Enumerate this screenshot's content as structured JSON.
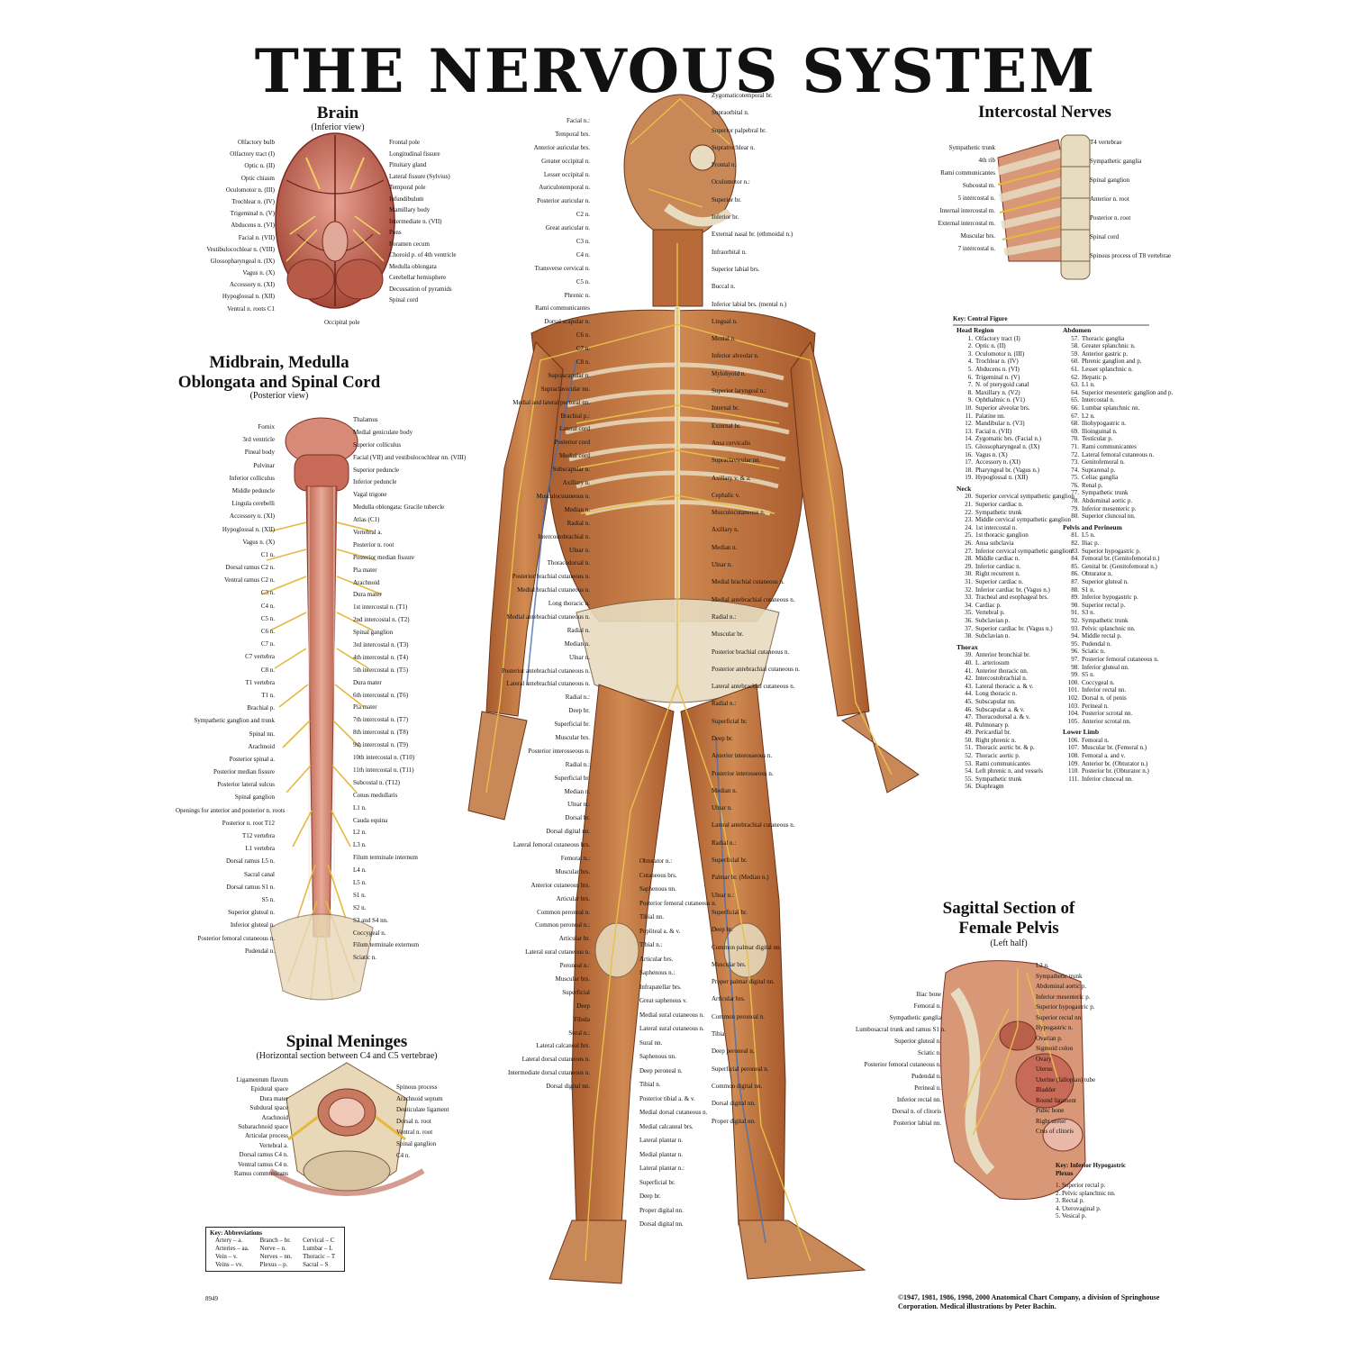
{
  "title": "THE NERVOUS SYSTEM",
  "brain": {
    "title": "Brain",
    "subtitle": "(Inferior view)",
    "left_labels": [
      "Olfactory bulb",
      "Olfactory tract (I)",
      "Optic n. (II)",
      "Optic chiasm",
      "Oculomotor n. (III)",
      "Trochlear n. (IV)",
      "Trigeminal n. (V)",
      "Abducens n. (VI)",
      "Facial n. (VII)",
      "Vestibulocochlear n. (VIII)",
      "Glossopharyngeal n. (IX)",
      "Vagus n. (X)",
      "Accessory n. (XI)",
      "Hypoglossal n. (XII)",
      "Ventral n. roots C1"
    ],
    "right_labels": [
      "Frontal pole",
      "Longitudinal fissure",
      "Pituitary gland",
      "Lateral fissure (Sylvius)",
      "Temporal pole",
      "Infundibulum",
      "Mamillary body",
      "Intermediate n. (VII)",
      "Pons",
      "Foramen cecum",
      "Choroid p. of 4th ventricle",
      "Medulla oblongata",
      "Cerebellar hemisphere",
      "Decussation of pyramids",
      "Spinal cord"
    ],
    "bottom_label": "Occipital pole"
  },
  "midbrain": {
    "title": "Midbrain, Medulla Oblongata and Spinal Cord",
    "subtitle": "(Posterior view)",
    "left_labels": [
      "Fornix",
      "3rd ventricle",
      "Pineal body",
      "Pulvinar",
      "Inferior colliculus",
      "Middle peduncle",
      "Lingula cerebelli",
      "Accessory n. (XI)",
      "Hypoglossal n. (XII)",
      "Vagus n. (X)",
      "C1 n.",
      "Dorsal ramus C2 n.",
      "Ventral ramus C2 n.",
      "C3 n.",
      "C4 n.",
      "C5 n.",
      "C6 n.",
      "C7 n.",
      "C7 vertebra",
      "C8 n.",
      "T1 vertebra",
      "T1 n.",
      "Brachial p.",
      "Sympathetic ganglion and trunk",
      "Spinal nn.",
      "Arachnoid",
      "Posterior spinal a.",
      "Posterior median fissure",
      "Posterior lateral sulcus",
      "Spinal ganglion",
      "Openings for anterior and posterior n. roots",
      "Posterior n. root T12",
      "T12 vertebra",
      "L1 vertebra",
      "Dorsal ramus L5 n.",
      "Sacral canal",
      "Dorsal ramus S1 n.",
      "S5 n.",
      "Superior gluteal n.",
      "Inferior gluteal n.",
      "Posterior femoral cutaneous n.",
      "Pudendal n."
    ],
    "right_labels": [
      "Thalamus",
      "Medial geniculate body",
      "Superior colliculus",
      "Facial (VII) and vestibulocochlear nn. (VIII)",
      "Superior peduncle",
      "Inferior peduncle",
      "Vagal trigone",
      "Medulla oblongata: Gracile tubercle",
      "Atlas (C1)",
      "Vertebral a.",
      "Posterior n. root",
      "Posterior median fissure",
      "Pia mater",
      "Arachnoid",
      "Dura mater",
      "1st intercostal n. (T1)",
      "2nd intercostal n. (T2)",
      "Spinal ganglion",
      "3rd intercostal n. (T3)",
      "4th intercostal n. (T4)",
      "5th intercostal n. (T5)",
      "Dura mater",
      "6th intercostal n. (T6)",
      "Pia mater",
      "7th intercostal n. (T7)",
      "8th intercostal n. (T8)",
      "9th intercostal n. (T9)",
      "10th intercostal n. (T10)",
      "11th intercostal n. (T11)",
      "Subcostal n. (T12)",
      "Conus medullaris",
      "L1 n.",
      "Cauda equina",
      "L2 n.",
      "L3 n.",
      "Filum terminale internum",
      "L4 n.",
      "L5 n.",
      "S1 n.",
      "S2 n.",
      "S3 and S4 nn.",
      "Coccygeal n.",
      "Filum terminale externum",
      "Sciatic n."
    ]
  },
  "meninges": {
    "title": "Spinal Meninges",
    "subtitle": "(Horizontal section between C4 and C5 vertebrae)",
    "left_labels": [
      "Ligamentum flavum",
      "Epidural space",
      "Dura mater",
      "Subdural space",
      "Arachnoid",
      "Subarachnoid space",
      "Articular process",
      "Vertebral a.",
      "Dorsal ramus C4 n.",
      "Ventral ramus C4 n.",
      "Ramus communicans"
    ],
    "right_labels": [
      "Spinous process",
      "Arachnoid septum",
      "Denticulate ligament",
      "Dorsal n. root",
      "Ventral n. root",
      "Spinal ganglion",
      "C4 n."
    ]
  },
  "abbreviations": {
    "title": "Key: Abbreviations",
    "rows": [
      [
        "Artery – a.",
        "Branch – br.",
        "Cervical – C"
      ],
      [
        "Arteries – aa.",
        "Nerve – n.",
        "Lumbar – L"
      ],
      [
        "Vein – v.",
        "Nerves – nn.",
        "Thoracic – T"
      ],
      [
        "Veins – vv.",
        "Plexus – p.",
        "Sacral – S"
      ]
    ]
  },
  "plate_number": "8949",
  "figure": {
    "left_labels": [
      "Facial n.:",
      "Temporal brs.",
      "Anterior auricular brs.",
      "Greater occipital n.",
      "Lesser occipital n.",
      "Auriculotemporal n.",
      "Posterior auricular n.",
      "C2 n.",
      "Great auricular n.",
      "C3 n.",
      "C4 n.",
      "Transverse cervical n.",
      "C5 n.",
      "Phrenic n.",
      "Rami communicantes",
      "Dorsal scapular n.",
      "C6 n.",
      "C7 n.",
      "C8 n.",
      "Suprascapular n.",
      "Supraclavicular nn.",
      "Medial and lateral pectoral nn.",
      "Brachial p.:",
      "Lateral cord",
      "Posterior cord",
      "Medial cord",
      "Subscapular n.",
      "Axillary n.",
      "Musculocutaneous n.",
      "Median n.",
      "Radial n.",
      "Intercostobrachial n.",
      "Ulnar n.",
      "Thoracodorsal n.",
      "Posterior brachial cutaneous n.",
      "Medial brachial cutaneous n.",
      "Long thoracic n.",
      "Medial antebrachial cutaneous n.",
      "Radial n.",
      "Median n.",
      "Ulnar n.",
      "Posterior antebrachial cutaneous n.",
      "Lateral antebrachial cutaneous n.",
      "Radial n.:",
      "Deep br.",
      "Superficial br.",
      "Muscular brs.",
      "Posterior interosseous n.",
      "Radial n.:",
      "Superficial br.",
      "Median n.",
      "Ulnar n.:",
      "Dorsal br.",
      "Dorsal digital nn.",
      "Lateral femoral cutaneous brs.",
      "Femoral n.:",
      "Muscular brs.",
      "Anterior cutaneous brs.",
      "Articular brs.",
      "Common peroneal n.",
      "Common peroneal n.:",
      "Articular br.",
      "Lateral sural cutaneous n.",
      "Peroneal n.:",
      "Muscular brs.",
      "Superficial",
      "Deep",
      "Fibula",
      "Sural n.:",
      "Lateral calcaneal brs.",
      "Lateral dorsal cutaneous n.",
      "Intermediate dorsal cutaneous n.",
      "Dorsal digital nn."
    ],
    "center_labels": [
      "Obturator n.:",
      "Cutaneous brs.",
      "Saphenous nn.",
      "Posterior femoral cutaneous n.",
      "Tibial nn.",
      "Popliteal a. & v.",
      "Tibial n.:",
      "Articular brs.",
      "Saphenous n.:",
      "Infrapatellar brs.",
      "Great saphenous v.",
      "Medial sural cutaneous n.",
      "Lateral sural cutaneous n.",
      "Sural nn.",
      "Saphenous nn.",
      "Deep peroneal n.",
      "Tibial n.",
      "Posterior tibial a. & v.",
      "Medial dorsal cutaneous n.",
      "Medial calcaneal brs.",
      "Lateral plantar n.",
      "Medial plantar n.",
      "Lateral plantar n.:",
      "Superficial br.",
      "Deep br.",
      "Proper digital nn.",
      "Dorsal digital nn."
    ],
    "right_labels": [
      "Zygomaticotemporal br.",
      "Supraorbital n.",
      "Superior palpebral br.",
      "Supratrochlear n.",
      "Frontal n.",
      "Oculomotor n.:",
      "Superior br.",
      "Inferior br.",
      "External nasal br. (ethmoidal n.)",
      "Infraorbital n.",
      "Superior labial brs.",
      "Buccal n.",
      "Inferior labial brs. (mental n.)",
      "Lingual n.",
      "Mental n.",
      "Inferior alveolar n.",
      "Mylohyoid n.",
      "Superior laryngeal n.:",
      "Internal br.",
      "External br.",
      "Ansa cervicalis",
      "Supraclavicular nn.",
      "Axillary v. & a.",
      "Cephalic v.",
      "Musculocutaneous n.",
      "Axillary n.",
      "Median n.",
      "Ulnar n.",
      "Medial brachial cutaneous n.",
      "Medial antebrachial cutaneous n.",
      "Radial n.:",
      "Muscular br.",
      "Posterior brachial cutaneous n.",
      "Posterior antebrachial cutaneous n.",
      "Lateral antebrachial cutaneous n.",
      "Radial n.:",
      "Superficial br.",
      "Deep br.",
      "Anterior interosseous n.",
      "Posterior interosseous n.",
      "Median n.",
      "Ulnar n.",
      "Lateral antebrachial cutaneous n.",
      "Radial n.:",
      "Superficial br.",
      "Palmar br. (Median n.)",
      "Ulnar n.:",
      "Superficial br.",
      "Deep br.",
      "Common palmar digital nn.",
      "Muscular brs.",
      "Proper palmar digital nn.",
      "Articular brs.",
      "Common peroneal n.",
      "Tibia",
      "Deep peroneal n.",
      "Superficial peroneal n.",
      "Common digital nn.",
      "Dorsal digital nn.",
      "Proper digital nn."
    ]
  },
  "intercostal": {
    "title": "Intercostal Nerves",
    "left_labels": [
      "Sympathetic trunk",
      "4th rib",
      "Rami communicantes",
      "Subcostal m.",
      "5 intercostal n.",
      "Internal intercostal m.",
      "External intercostal m.",
      "Muscular brs.",
      "7 intercostal n."
    ],
    "right_labels": [
      "T4 vertebrae",
      "Sympathetic ganglia",
      "Spinal ganglion",
      "Anterior n. root",
      "Posterior n. root",
      "Spinal cord",
      "Spinous process of T8 vertebrae"
    ]
  },
  "central_key": {
    "title": "Key: Central Figure",
    "col1": [
      {
        "heading": "Head Region",
        "items": [
          [
            "1.",
            "Olfactory tract (I)"
          ],
          [
            "2.",
            "Optic n. (II)"
          ],
          [
            "3.",
            "Oculomotor n. (III)"
          ],
          [
            "4.",
            "Trochlear n. (IV)"
          ],
          [
            "5.",
            "Abducens n. (VI)"
          ],
          [
            "6.",
            "Trigeminal n. (V)"
          ],
          [
            "7.",
            "N. of pterygoid canal"
          ],
          [
            "8.",
            "Maxillary n. (V2)"
          ],
          [
            "9.",
            "Ophthalmic n. (V1)"
          ],
          [
            "10.",
            "Superior alveolar brs."
          ],
          [
            "11.",
            "Palatine nn."
          ],
          [
            "12.",
            "Mandibular n. (V3)"
          ],
          [
            "13.",
            "Facial n. (VII)"
          ],
          [
            "14.",
            "Zygomatic brs. (Facial n.)"
          ],
          [
            "15.",
            "Glossopharyngeal n. (IX)"
          ],
          [
            "16.",
            "Vagus n. (X)"
          ],
          [
            "17.",
            "Accessory n. (XI)"
          ],
          [
            "18.",
            "Pharyngeal br. (Vagus n.)"
          ],
          [
            "19.",
            "Hypoglossal n. (XII)"
          ]
        ]
      },
      {
        "heading": "Neck",
        "items": [
          [
            "20.",
            "Superior cervical sympathetic ganglion"
          ],
          [
            "21.",
            "Superior cardiac n."
          ],
          [
            "22.",
            "Sympathetic trunk"
          ],
          [
            "23.",
            "Middle cervical sympathetic ganglion"
          ],
          [
            "24.",
            "1st intercostal n."
          ],
          [
            "25.",
            "1st thoracic ganglion"
          ],
          [
            "26.",
            "Ansa subclavia"
          ],
          [
            "27.",
            "Inferior cervical sympathetic ganglion"
          ],
          [
            "28.",
            "Middle cardiac n."
          ],
          [
            "29.",
            "Inferior cardiac n."
          ],
          [
            "30.",
            "Right recurrent n."
          ],
          [
            "31.",
            "Superior cardiac n."
          ],
          [
            "32.",
            "Inferior cardiac br. (Vagus n.)"
          ],
          [
            "33.",
            "Tracheal and esophageal brs."
          ],
          [
            "34.",
            "Cardiac p."
          ],
          [
            "35.",
            "Vertebral p."
          ],
          [
            "36.",
            "Subclavian p."
          ],
          [
            "37.",
            "Superior cardiac br. (Vagus n.)"
          ],
          [
            "38.",
            "Subclavian n."
          ]
        ]
      },
      {
        "heading": "Thorax",
        "items": [
          [
            "39.",
            "Anterior bronchial br."
          ],
          [
            "40.",
            "L. arteriosum"
          ],
          [
            "41.",
            "Anterior thoracic nn."
          ],
          [
            "42.",
            "Intercostobrachial n."
          ],
          [
            "43.",
            "Lateral thoracic a. & v."
          ],
          [
            "44.",
            "Long thoracic n."
          ],
          [
            "45.",
            "Subscapular nn."
          ],
          [
            "46.",
            "Subscapular a. & v."
          ],
          [
            "47.",
            "Thoracodorsal a. & v."
          ],
          [
            "48.",
            "Pulmonary p."
          ],
          [
            "49.",
            "Pericardial br."
          ],
          [
            "50.",
            "Right phrenic n."
          ],
          [
            "51.",
            "Thoracic aortic br. & p."
          ],
          [
            "52.",
            "Thoracic aortic p."
          ],
          [
            "53.",
            "Rami communicantes"
          ],
          [
            "54.",
            "Left phrenic n. and vessels"
          ],
          [
            "55.",
            "Sympathetic trunk"
          ],
          [
            "56.",
            "Diaphragm"
          ]
        ]
      }
    ],
    "col2": [
      {
        "heading": "Abdomen",
        "items": [
          [
            "57.",
            "Thoracic ganglia"
          ],
          [
            "58.",
            "Greater splanchnic n."
          ],
          [
            "59.",
            "Anterior gastric p."
          ],
          [
            "60.",
            "Phrenic ganglion and p."
          ],
          [
            "61.",
            "Lesser splanchnic n."
          ],
          [
            "62.",
            "Hepatic p."
          ],
          [
            "63.",
            "L1 n."
          ],
          [
            "64.",
            "Superior mesenteric ganglion and p."
          ],
          [
            "65.",
            "Intercostal n."
          ],
          [
            "66.",
            "Lumbar splanchnic nn."
          ],
          [
            "67.",
            "L2 n."
          ],
          [
            "68.",
            "Iliohypogastric n."
          ],
          [
            "69.",
            "Ilioinguinal n."
          ],
          [
            "70.",
            "Testicular p."
          ],
          [
            "71.",
            "Rami communicantes"
          ],
          [
            "72.",
            "Lateral femoral cutaneous n."
          ],
          [
            "73.",
            "Genitofemoral n."
          ],
          [
            "74.",
            "Suprarenal p."
          ],
          [
            "75.",
            "Celiac ganglia"
          ],
          [
            "76.",
            "Renal p."
          ],
          [
            "77.",
            "Sympathetic trunk"
          ],
          [
            "78.",
            "Abdominal aortic p."
          ],
          [
            "79.",
            "Inferior mesenteric p."
          ],
          [
            "80.",
            "Superior clunceal nn."
          ]
        ]
      },
      {
        "heading": "Pelvis and Perineum",
        "items": [
          [
            "81.",
            "L5 n."
          ],
          [
            "82.",
            "Iliac p."
          ],
          [
            "83.",
            "Superior hypogastric p."
          ],
          [
            "84.",
            "Femoral br. (Genitofemoral n.)"
          ],
          [
            "85.",
            "Genital br. (Genitofemoral n.)"
          ],
          [
            "86.",
            "Obturator n."
          ],
          [
            "87.",
            "Superior gluteal n."
          ],
          [
            "88.",
            "S1 n."
          ],
          [
            "89.",
            "Inferior hypogastric p."
          ],
          [
            "90.",
            "Superior rectal p."
          ],
          [
            "91.",
            "S3 n."
          ],
          [
            "92.",
            "Sympathetic trunk"
          ],
          [
            "93.",
            "Pelvic splanchnic nn."
          ],
          [
            "94.",
            "Middle rectal p."
          ],
          [
            "95.",
            "Pudendal n."
          ],
          [
            "96.",
            "Sciatic n."
          ],
          [
            "97.",
            "Posterior femoral cutaneous n."
          ],
          [
            "98.",
            "Inferior gluteal nn."
          ],
          [
            "99.",
            "S5 n."
          ],
          [
            "100.",
            "Coccygeal n."
          ],
          [
            "101.",
            "Inferior rectal nn."
          ],
          [
            "102.",
            "Dorsal n. of penis"
          ],
          [
            "103.",
            "Perineal n."
          ],
          [
            "104.",
            "Posterior scrotal nn."
          ],
          [
            "105.",
            "Anterior scrotal nn."
          ]
        ]
      },
      {
        "heading": "Lower Limb",
        "items": [
          [
            "106.",
            "Femoral n."
          ],
          [
            "107.",
            "Muscular br. (Femoral n.)"
          ],
          [
            "108.",
            "Femoral a. and v."
          ],
          [
            "109.",
            "Anterior br. (Obturator n.)"
          ],
          [
            "110.",
            "Posterior br. (Obturator n.)"
          ],
          [
            "111.",
            "Inferior clunceal nn."
          ]
        ]
      }
    ]
  },
  "pelvis": {
    "title": "Sagittal Section of Female Pelvis",
    "subtitle": "(Left half)",
    "left_labels": [
      "Iliac bone",
      "Femoral n.",
      "Sympathetic ganglia",
      "Lumbosacral trunk and ramus S1 n.",
      "Superior gluteal n.",
      "Sciatic n.",
      "Posterior femoral cutaneous n.",
      "Pudendal n.",
      "Perineal n.",
      "Inferior rectal nn.",
      "Dorsal n. of clitoris",
      "Posterior labial nn."
    ],
    "right_labels": [
      "L2 n.",
      "Sympathetic trunk",
      "Abdominal aortic p.",
      "Inferior mesenteric p.",
      "Superior hypogastric p.",
      "Superior rectal nn.",
      "Hypogastric n.",
      "Ovarian p.",
      "Sigmoid colon",
      "Ovary",
      "Uterus",
      "Uterine (fallopian) tube",
      "Bladder",
      "Round ligament",
      "Pubic bone",
      "Right ureter",
      "Crus of clitoris"
    ],
    "key_title": "Key: Inferior Hypogastric Plexus",
    "key_items": [
      "1. Superior rectal p.",
      "2. Pelvic splanchnic nn.",
      "3. Rectal p.",
      "4. Uterovaginal p.",
      "5. Vesical p."
    ]
  },
  "copyright": "©1947, 1981, 1986, 1998, 2000 Anatomical Chart Company, a division of Springhouse Corporation. Medical illustrations by Peter Bachin.",
  "colors": {
    "skin": "#c77a45",
    "muscle": "#b55a2e",
    "nerve": "#e6c04a",
    "bone": "#e8dcc0",
    "brain": "#c46a5e",
    "vein": "#4a6fb0",
    "artery": "#b22a24"
  }
}
